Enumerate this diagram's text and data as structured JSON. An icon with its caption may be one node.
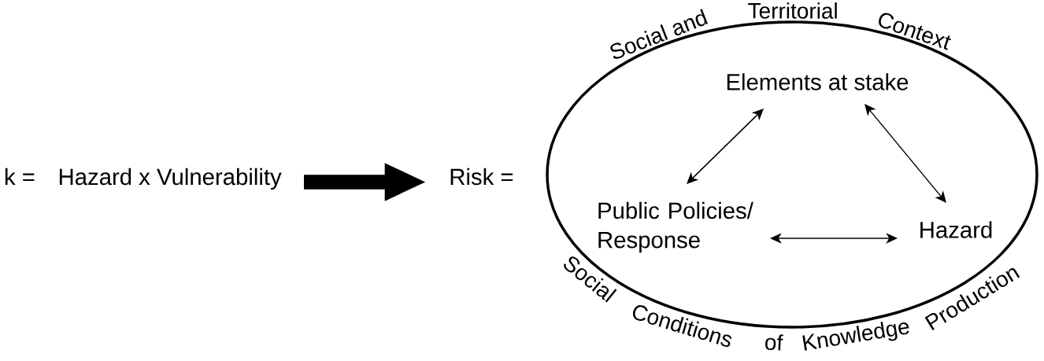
{
  "diagram": {
    "nodes": [
      {
        "text": [
          "Hazard x Vulnerability"
        ]
      },
      {
        "text": [
          "Risk ="
        ]
      },
      {
        "text": [
          "Social and",
          "Territorial",
          "Context",
          "Social",
          "Conditions",
          "of",
          "Knowledge",
          "Production"
        ]
      },
      {
        "text": [
          "Elements at stake"
        ],
        "in": 2
      },
      {
        "text": [
          "Public Policies/ Response"
        ],
        "in": 2
      },
      {
        "text": [
          "Hazard"
        ],
        "in": 2
      }
    ],
    "edges": [
      {
        "from": 0,
        "to": 1,
        "arrow": "to",
        "style": "thick"
      },
      {
        "from": 3,
        "to": 4,
        "arrow": "both"
      },
      {
        "from": 3,
        "to": 5,
        "arrow": "both"
      },
      {
        "from": 4,
        "to": 5,
        "arrow": "both"
      }
    ],
    "labels": [
      "k ="
    ]
  }
}
